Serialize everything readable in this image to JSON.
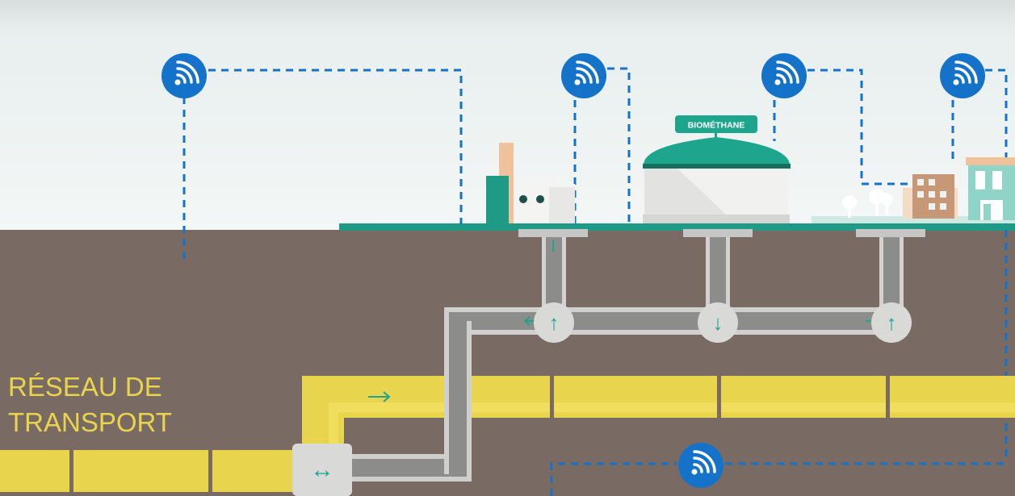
{
  "network_label": {
    "line1": "RÉSEAU DE",
    "line2": "TRANSPORT"
  },
  "plant_sign": "BIOMÉTHANE",
  "icons": {
    "sensor": "wifi-signal-icon",
    "arrow_up": "↑",
    "arrow_down": "↓",
    "arrow_right": "→",
    "arrow_left": "←",
    "arrow_both": "↔"
  },
  "colors": {
    "sky_top": "#e4eeed",
    "sky_bottom": "#f1f5f4",
    "ground": "#7a6a64",
    "ground_line": "#1e9a86",
    "transport_pipe": "#e9d54d",
    "distribution_pipe": "#9a9a98",
    "sensor_blue": "#1473c9",
    "sign_teal": "#1ea58e",
    "valve": "#d9d9d7",
    "arrow": "#1ea58e"
  }
}
